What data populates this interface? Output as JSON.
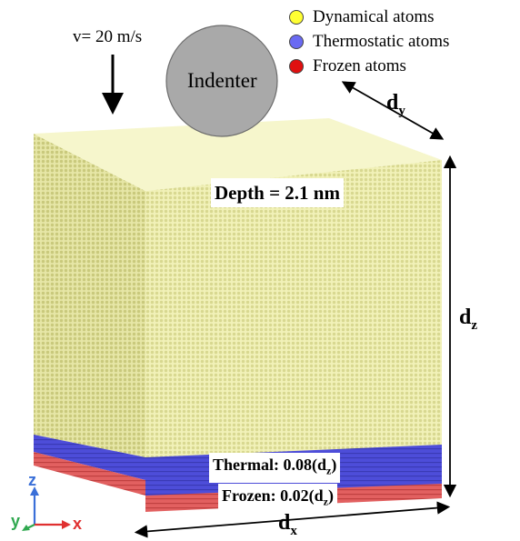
{
  "velocity": {
    "label": "v= 20 m/s"
  },
  "indenter": {
    "label": "Indenter"
  },
  "legend": [
    {
      "label": "Dynamical atoms",
      "color": "#ffff33"
    },
    {
      "label": "Thermostatic atoms",
      "color": "#6a6af2"
    },
    {
      "label": "Frozen atoms",
      "color": "#e01010"
    }
  ],
  "depth": {
    "label": "Depth = 2.1 nm"
  },
  "layers": {
    "thermal": {
      "prefix": "Thermal: 0.08(d",
      "sub": "z",
      "suffix": ")"
    },
    "frozen": {
      "prefix": "Frozen: 0.02(d",
      "sub": "z",
      "suffix": ")"
    }
  },
  "dims": {
    "dx": {
      "main": "d",
      "sub": "x"
    },
    "dy": {
      "main": "d",
      "sub": "y"
    },
    "dz": {
      "main": "d",
      "sub": "z"
    }
  },
  "axes": {
    "z": "z",
    "y": "y",
    "x": "x"
  },
  "colors": {
    "dynamic_front": "#f0f0b0",
    "dynamic_top": "#f7f7c8",
    "dynamic_side": "#dcdc96",
    "thermal": "#5a5ad6",
    "frozen": "#e05050",
    "indenter": "#a9a9a9"
  }
}
